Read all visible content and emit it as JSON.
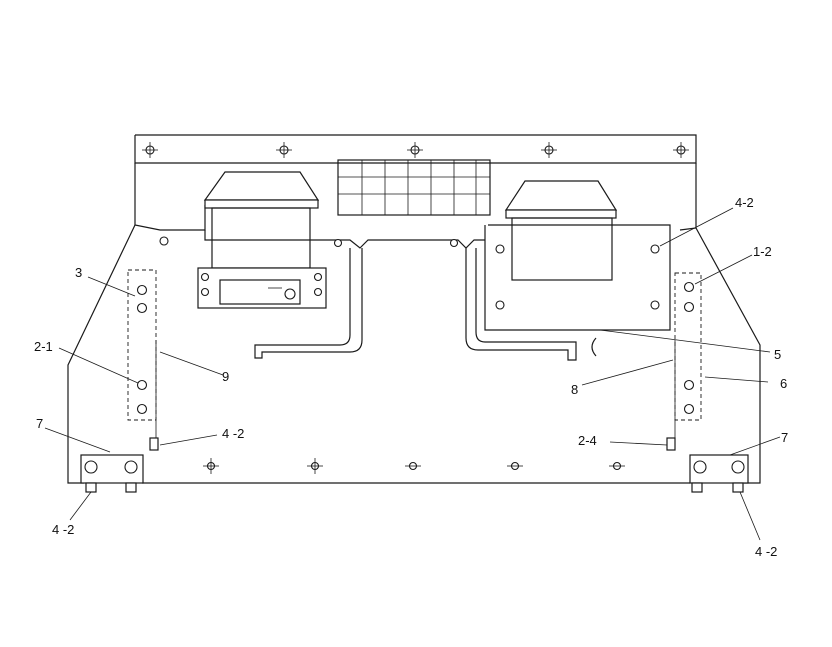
{
  "callouts": {
    "c1": "4-2",
    "c2": "1-2",
    "c3": "3",
    "c4": "2-1",
    "c5": "9",
    "c6": "5",
    "c7": "8",
    "c8": "6",
    "c9": "7",
    "c10": "4 -2",
    "c11": "2-4",
    "c12": "7",
    "c13": "4 -2",
    "c14": "4 -2"
  }
}
